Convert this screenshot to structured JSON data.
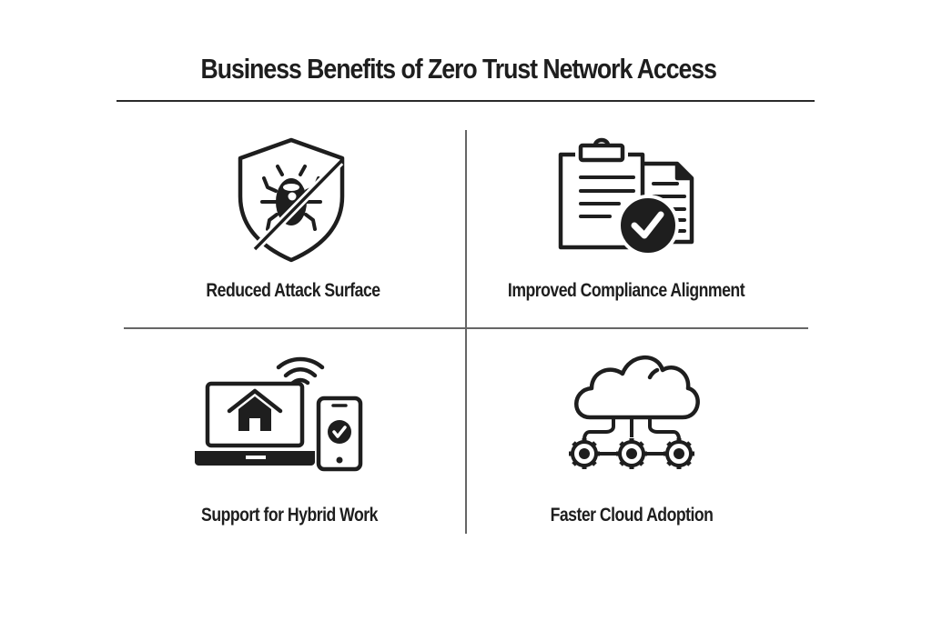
{
  "title": "Business Benefits of Zero Trust Network Access",
  "benefits": [
    {
      "label": "Reduced Attack Surface",
      "icon": "shield-bug-blocked-icon"
    },
    {
      "label": "Improved Compliance Alignment",
      "icon": "clipboard-documents-check-icon"
    },
    {
      "label": "Support for Hybrid Work",
      "icon": "laptop-home-phone-wifi-icon"
    },
    {
      "label": "Faster Cloud Adoption",
      "icon": "cloud-gears-icon"
    }
  ],
  "colors": {
    "ink": "#1e1e1e",
    "divider": "#666666",
    "background": "#ffffff"
  }
}
